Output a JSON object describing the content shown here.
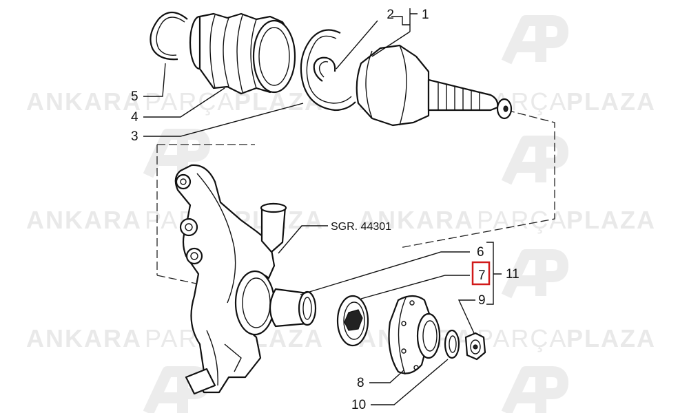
{
  "watermark": {
    "text_a": "ANKARA",
    "text_b": "PARÇA",
    "text_c": "PLAZA",
    "logo_letters": "AP"
  },
  "callouts": {
    "c1": "1",
    "c2": "2",
    "c3": "3",
    "c4": "4",
    "c5": "5",
    "c6": "6",
    "c7": "7",
    "c8": "8",
    "c9": "9",
    "c10": "10",
    "c11": "11",
    "sgr": "SGR. 44301"
  },
  "highlight": {
    "target": "7",
    "color": "#d11a1a"
  },
  "icons": [
    "ap-logo-watermark"
  ]
}
